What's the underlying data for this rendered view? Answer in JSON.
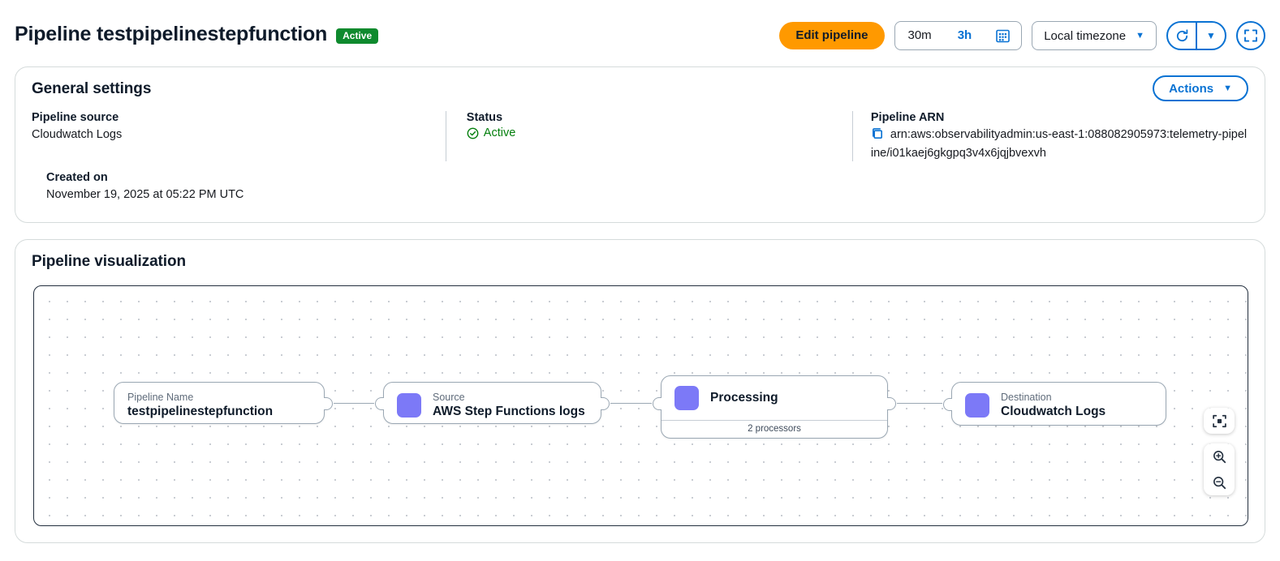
{
  "header": {
    "title": "Pipeline testpipelinestepfunction",
    "status_badge": "Active",
    "edit_button": "Edit pipeline",
    "time_range": {
      "options": [
        "30m",
        "3h"
      ],
      "selected": "3h",
      "calendar_icon": "calendar-icon"
    },
    "timezone": {
      "value": "Local timezone",
      "caret_icon": "chevron-down-icon"
    },
    "refresh": {
      "refresh_icon": "refresh-icon",
      "caret_icon": "chevron-down-icon"
    },
    "fullscreen_icon": "fullscreen-icon"
  },
  "general_settings": {
    "title": "General settings",
    "actions_button": "Actions",
    "actions_caret_icon": "chevron-down-icon",
    "fields": {
      "pipeline_source": {
        "label": "Pipeline source",
        "value": "Cloudwatch Logs"
      },
      "status": {
        "label": "Status",
        "value": "Active",
        "icon": "check-circle-icon"
      },
      "pipeline_arn": {
        "label": "Pipeline ARN",
        "value": "arn:aws:observabilityadmin:us-east-1:088082905973:telemetry-pipeline/i01kaej6gkgpq3v4x6jqjbvexvh",
        "copy_icon": "copy-icon"
      },
      "created_on": {
        "label": "Created on",
        "value": "November 19, 2025 at 05:22 PM UTC"
      }
    }
  },
  "visualization": {
    "title": "Pipeline visualization",
    "nodes": [
      {
        "id": "pipeline-name",
        "kicker": "Pipeline Name",
        "title": "testpipelinestepfunction",
        "has_swatch": false,
        "footer": null
      },
      {
        "id": "source",
        "kicker": "Source",
        "title": "AWS Step Functions logs",
        "has_swatch": true,
        "footer": null
      },
      {
        "id": "processing",
        "kicker": null,
        "title": "Processing",
        "has_swatch": true,
        "footer": "2 processors"
      },
      {
        "id": "destination",
        "kicker": "Destination",
        "title": "Cloudwatch Logs",
        "has_swatch": true,
        "footer": null
      }
    ],
    "controls": [
      {
        "name": "fit-view",
        "icon": "fit-view-icon"
      },
      {
        "name": "zoom-in",
        "icon": "zoom-in-icon"
      },
      {
        "name": "zoom-out",
        "icon": "zoom-out-icon"
      }
    ]
  },
  "colors": {
    "accent_blue": "#0972d3",
    "primary_orange": "#ff9900",
    "status_green": "#037f0c",
    "badge_green": "#0f8a2e",
    "node_purple": "#7c79f7"
  }
}
